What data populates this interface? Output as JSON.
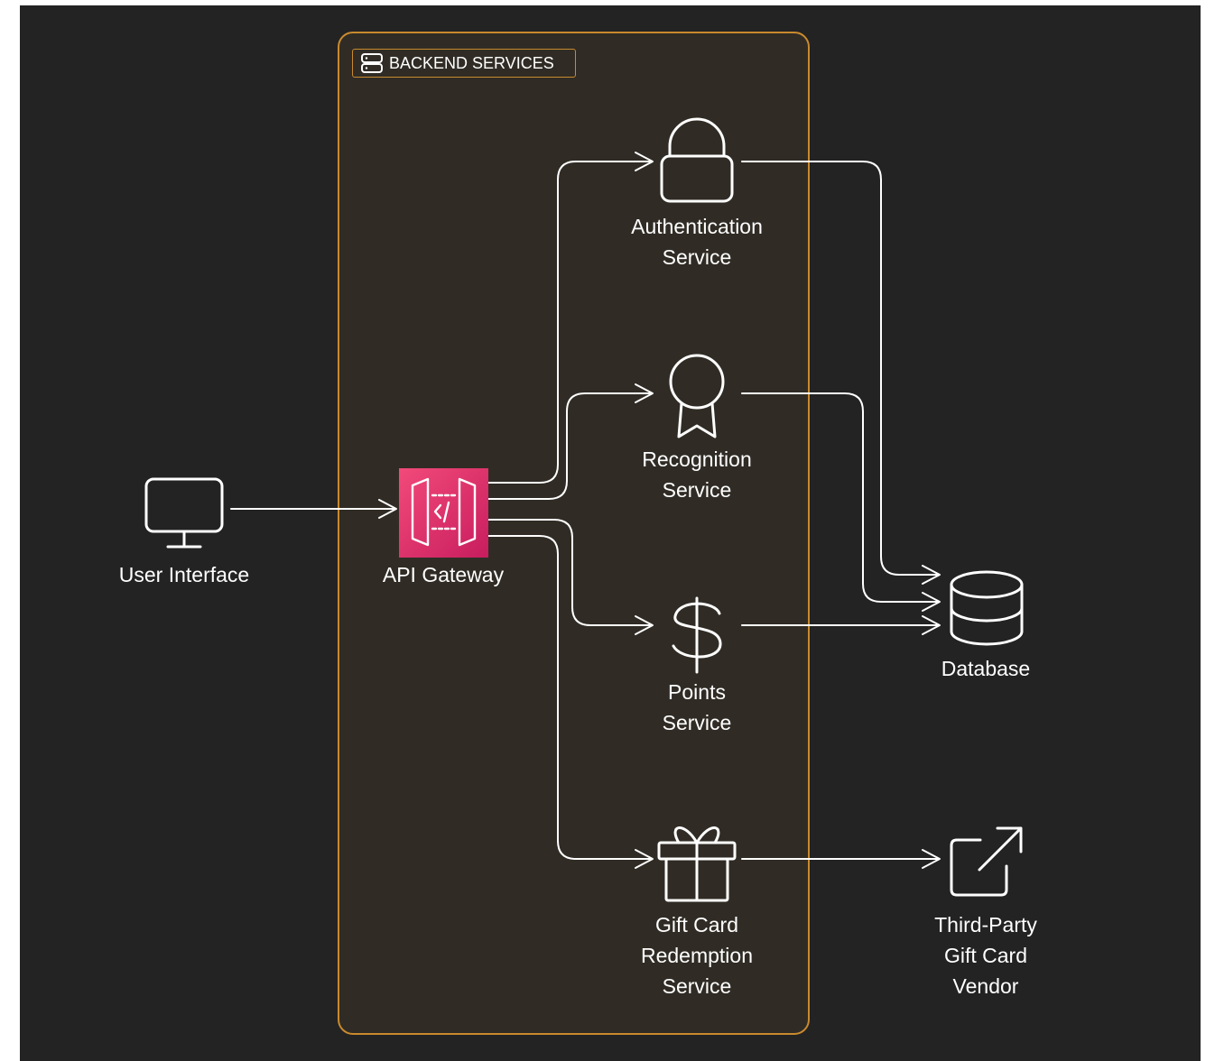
{
  "group": {
    "title": "BACKEND SERVICES"
  },
  "nodes": {
    "user_interface": "User Interface",
    "api_gateway": "API Gateway",
    "auth": "Authentication\nService",
    "recognition": "Recognition\nService",
    "points": "Points\nService",
    "giftcard": "Gift Card\nRedemption\nService",
    "database": "Database",
    "vendor": "Third-Party\nGift Card\nVendor"
  },
  "icons": {
    "user_interface": "monitor-icon",
    "api_gateway": "api-gateway-icon",
    "auth": "lock-icon",
    "recognition": "award-ribbon-icon",
    "points": "dollar-icon",
    "giftcard": "gift-icon",
    "database": "database-icon",
    "vendor": "external-link-icon"
  },
  "colors": {
    "background": "#232323",
    "group_fill": "#302c25",
    "group_border": "#c98a2e",
    "api_gateway": "#e0306e",
    "lines": "#ffffff"
  }
}
